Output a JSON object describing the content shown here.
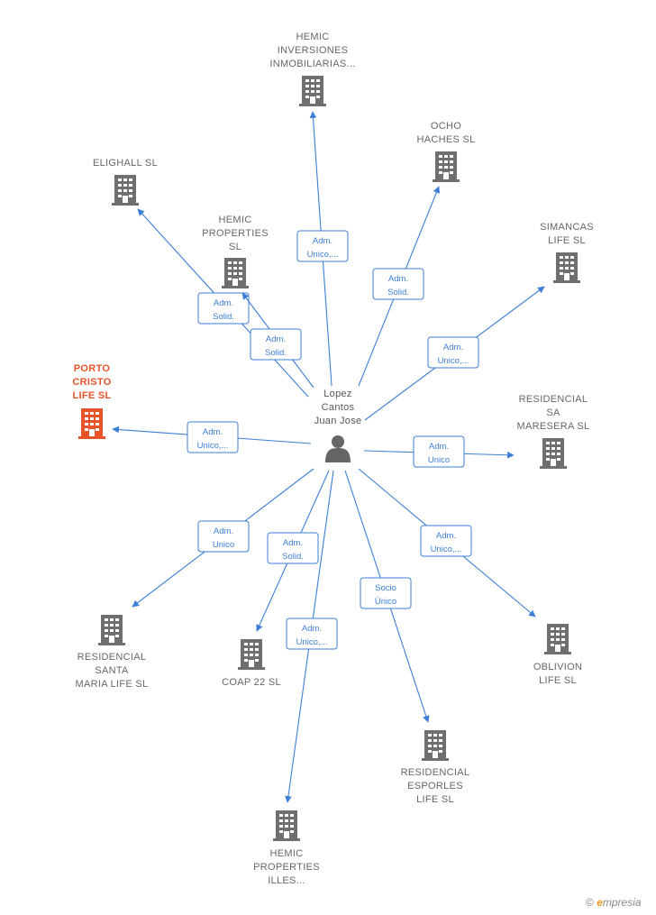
{
  "center": {
    "label": [
      "Lopez",
      "Cantos",
      "Juan Jose"
    ],
    "icon": "person-icon"
  },
  "nodes": [
    {
      "id": "hemic-inversiones",
      "label": [
        "HEMIC",
        "INVERSIONES",
        "INMOBILIARIAS..."
      ],
      "icon": "building-icon",
      "focus": false
    },
    {
      "id": "ocho-haches",
      "label": [
        "OCHO",
        "HACHES  SL"
      ],
      "icon": "building-icon",
      "focus": false
    },
    {
      "id": "elighall",
      "label": [
        "ELIGHALL  SL"
      ],
      "icon": "building-icon",
      "focus": false
    },
    {
      "id": "hemic-properties",
      "label": [
        "HEMIC",
        "PROPERTIES",
        "SL"
      ],
      "icon": "building-icon",
      "focus": false
    },
    {
      "id": "simancas-life",
      "label": [
        "SIMANCAS",
        "LIFE  SL"
      ],
      "icon": "building-icon",
      "focus": false
    },
    {
      "id": "porto-cristo",
      "label": [
        "PORTO",
        "CRISTO",
        "LIFE  SL"
      ],
      "icon": "building-icon",
      "focus": true
    },
    {
      "id": "residencial-sa-maresera",
      "label": [
        "RESIDENCIAL",
        "SA",
        "MARESERA  SL"
      ],
      "icon": "building-icon",
      "focus": false
    },
    {
      "id": "residencial-santa-maria",
      "label": [
        "RESIDENCIAL",
        "SANTA",
        "MARIA LIFE  SL"
      ],
      "icon": "building-icon",
      "focus": false
    },
    {
      "id": "coap-22",
      "label": [
        "COAP 22  SL"
      ],
      "icon": "building-icon",
      "focus": false
    },
    {
      "id": "oblivion-life",
      "label": [
        "OBLIVION",
        "LIFE  SL"
      ],
      "icon": "building-icon",
      "focus": false
    },
    {
      "id": "residencial-esporles",
      "label": [
        "RESIDENCIAL",
        "ESPORLES",
        "LIFE  SL"
      ],
      "icon": "building-icon",
      "focus": false
    },
    {
      "id": "hemic-properties-illes",
      "label": [
        "HEMIC",
        "PROPERTIES",
        "ILLES..."
      ],
      "icon": "building-icon",
      "focus": false
    }
  ],
  "edges": [
    {
      "to": "hemic-inversiones",
      "label": [
        "Adm.",
        "Unico,..."
      ]
    },
    {
      "to": "ocho-haches",
      "label": [
        "Adm.",
        "Solid."
      ]
    },
    {
      "to": "elighall",
      "label": [
        "Adm.",
        "Solid."
      ]
    },
    {
      "to": "hemic-properties",
      "label": [
        "Adm.",
        "Solid."
      ]
    },
    {
      "to": "simancas-life",
      "label": [
        "Adm.",
        "Unico,..."
      ]
    },
    {
      "to": "porto-cristo",
      "label": [
        "Adm.",
        "Unico,..."
      ]
    },
    {
      "to": "residencial-sa-maresera",
      "label": [
        "Adm.",
        "Unico"
      ]
    },
    {
      "to": "residencial-santa-maria",
      "label": [
        "Adm.",
        "Unico"
      ]
    },
    {
      "to": "coap-22",
      "label": [
        "Adm.",
        "Solid."
      ]
    },
    {
      "to": "oblivion-life",
      "label": [
        "Adm.",
        "Unico,..."
      ]
    },
    {
      "to": "residencial-esporles",
      "label": [
        "Socio",
        "Único"
      ]
    },
    {
      "to": "hemic-properties-illes",
      "label": [
        "Adm.",
        "Unico,..."
      ]
    }
  ],
  "colors": {
    "edge": "#3d7fd6",
    "building": "#6f6f6f",
    "focus": "#e8542a",
    "person": "#666666"
  },
  "footer": {
    "copyright": "©",
    "brand_initial": "e",
    "brand_rest": "mpresia"
  }
}
